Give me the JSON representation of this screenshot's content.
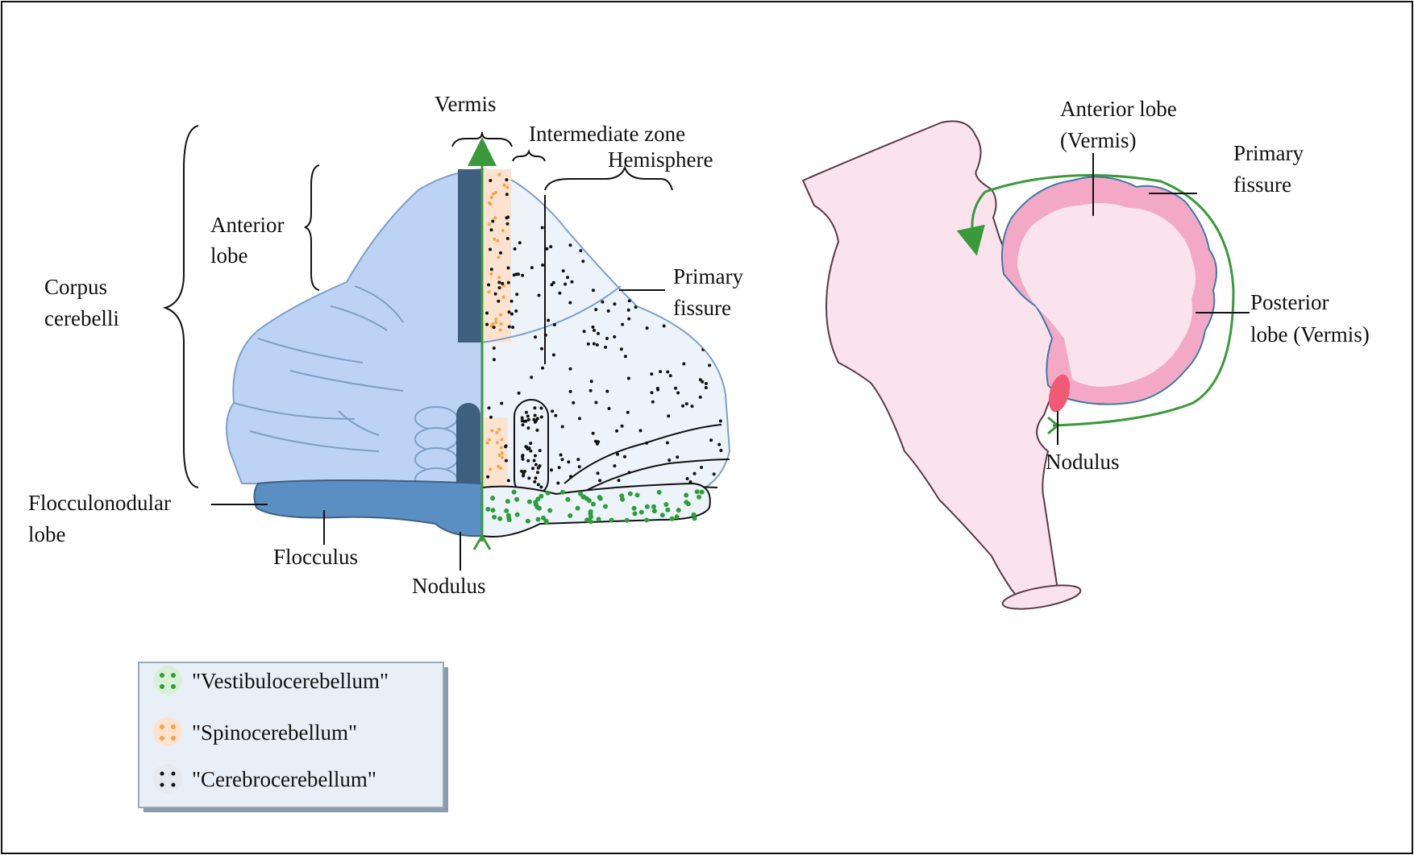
{
  "colors": {
    "vermis_dark": "#3f5f80",
    "lobe_light_blue": "#bcd3f5",
    "flocculus_blue": "#5a8fc4",
    "hemisphere_fill": "#edf3fa",
    "spino_orange": "#f6a347",
    "spino_fill": "#fbe3cf",
    "vestibulo_green": "#2e9e3a",
    "brainstem_pink": "#fbe3ee",
    "cortex_pink": "#f3a9c5",
    "nodulus_red": "#f05a75",
    "arrow_green": "#3a9a3a",
    "legend_bg": "#e9eff6"
  },
  "left_diagram": {
    "labels": {
      "vermis": "Vermis",
      "intermediate_zone": "Intermediate zone",
      "hemisphere": "Hemisphere",
      "anterior_lobe_line1": "Anterior",
      "anterior_lobe_line2": "lobe",
      "corpus_line1": "Corpus",
      "corpus_line2": "cerebelli",
      "primary_fissure_line1": "Primary",
      "primary_fissure_line2": "fissure",
      "flocculonodular_line1": "Flocculonodular",
      "flocculonodular_line2": "lobe",
      "flocculus": "Flocculus",
      "nodulus": "Nodulus"
    }
  },
  "right_diagram": {
    "labels": {
      "anterior_lobe_line1": "Anterior lobe",
      "anterior_lobe_line2": "(Vermis)",
      "primary_fissure_line1": "Primary",
      "primary_fissure_line2": "fissure",
      "posterior_lobe_line1": "Posterior",
      "posterior_lobe_line2": "lobe (Vermis)",
      "nodulus": "Nodulus"
    }
  },
  "legend": {
    "items": [
      {
        "label": "\"Vestibulocerebellum\"",
        "icon": "green-dots-icon"
      },
      {
        "label": "\"Spinocerebellum\"",
        "icon": "orange-dots-icon"
      },
      {
        "label": "\"Cerebrocerebellum\"",
        "icon": "black-dots-icon"
      }
    ]
  }
}
